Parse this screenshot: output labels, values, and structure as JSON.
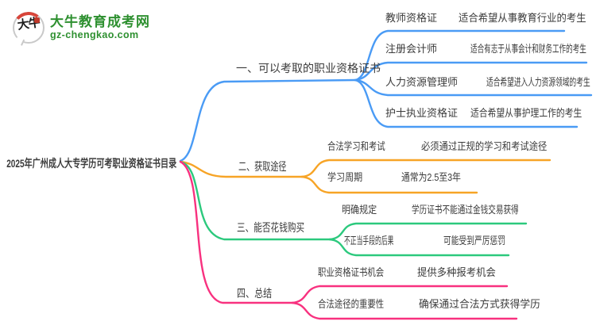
{
  "logo": {
    "icon_text": "大牛",
    "title": "大牛教育成考网",
    "domain": "gz-chengkao.com",
    "brand_color": "#2e9030"
  },
  "central_topic": "2025年广州成人大专学历可考职业资格证书目录",
  "colors": {
    "branch1": "#4a9bf5",
    "branch2": "#f7a426",
    "bran3_note": "",
    "branch3": "#2cc97d",
    "branch4": "#f8317f",
    "text": "#3a3a3a"
  },
  "branches": [
    {
      "label": "一、可以考取的职业资格证书",
      "color": "#4a9bf5",
      "items": [
        {
          "title": "教师资格证",
          "desc": "适合希望从事教育行业的考生"
        },
        {
          "title": "注册会计师",
          "desc": "适合有志于从事会计和财务工作的考生"
        },
        {
          "title": "人力资源管理师",
          "desc": "适合希望进入人力资源领域的考生"
        },
        {
          "title": "护士执业资格证",
          "desc": "适合希望从事护理工作的考生"
        }
      ]
    },
    {
      "label": "二、获取途径",
      "color": "#f7a426",
      "items": [
        {
          "title": "合法学习和考试",
          "desc": "必须通过正规的学习和考试途径"
        },
        {
          "title": "学习周期",
          "desc": "通常为2.5至3年"
        }
      ]
    },
    {
      "label": "三、能否花钱购买",
      "color": "#2cc97d",
      "items": [
        {
          "title": "明确规定",
          "desc": "学历证书不能通过金钱交易获得"
        },
        {
          "title": "不正当手段的后果",
          "desc": "可能受到严厉惩罚"
        }
      ]
    },
    {
      "label": "四、总结",
      "color": "#f8317f",
      "items": [
        {
          "title": "职业资格证书机会",
          "desc": "提供多种报考机会"
        },
        {
          "title": "合法途径的重要性",
          "desc": "确保通过合法方式获得学历"
        }
      ]
    }
  ]
}
